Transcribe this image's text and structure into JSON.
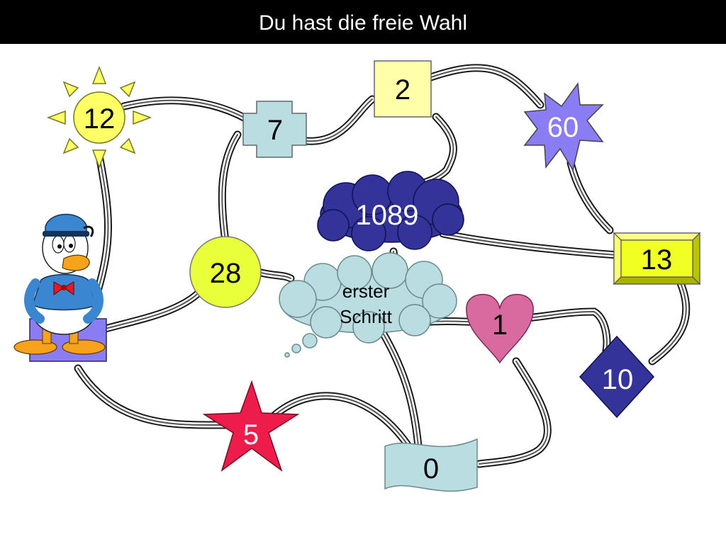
{
  "header": {
    "title": "Du hast die freie Wahl"
  },
  "start": {
    "line1": "erster",
    "line2": "Schritt"
  },
  "fields": {
    "sun": "12",
    "cross": "7",
    "square": "2",
    "burst": "60",
    "cloud": "1089",
    "bevel": "13",
    "circle": "28",
    "heart": "1",
    "diamond": "10",
    "star": "5",
    "flag": "0"
  },
  "colors": {
    "sun": "#ffff66",
    "cross": "#b9dde0",
    "square": "#ffffaa",
    "burst": "#8a7cf3",
    "cloud": "#333399",
    "bevel": "#f2ff22",
    "circle": "#e8ff3a",
    "heart": "#d86aa0",
    "diamond": "#333399",
    "star": "#ee1c4a",
    "flag": "#b9dde0",
    "thought": "#b9dde0"
  },
  "character": {
    "icon": "donald-duck-icon"
  }
}
